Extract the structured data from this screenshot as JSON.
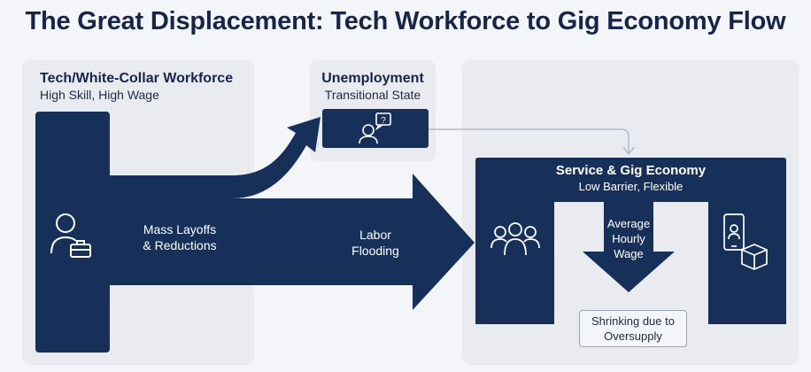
{
  "title": "The Great Displacement: Tech Workforce to Gig Economy Flow",
  "source": {
    "title": "Tech/White-Collar Workforce",
    "subtitle": "High Skill, High Wage",
    "icon": "worker-with-briefcase-icon"
  },
  "unemployment": {
    "title": "Unemployment",
    "subtitle": "Transitional State",
    "icon": "person-question-icon"
  },
  "flows": {
    "layoffs_label_1": "Mass Layoffs",
    "layoffs_label_2": "& Reductions",
    "flooding_label_1": "Labor",
    "flooding_label_2": "Flooding"
  },
  "gig": {
    "title": "Service & Gig Economy",
    "subtitle": "Low Barrier, Flexible",
    "wage_label_1": "Average",
    "wage_label_2": "Hourly",
    "wage_label_3": "Wage",
    "note_1": "Shrinking due to",
    "note_2": "Oversupply",
    "left_icon": "group-people-icon",
    "right_icon": "phone-delivery-box-icon"
  },
  "colors": {
    "navy": "#17305a",
    "panel": "#e9ebf0",
    "background": "#f4f5f8"
  }
}
